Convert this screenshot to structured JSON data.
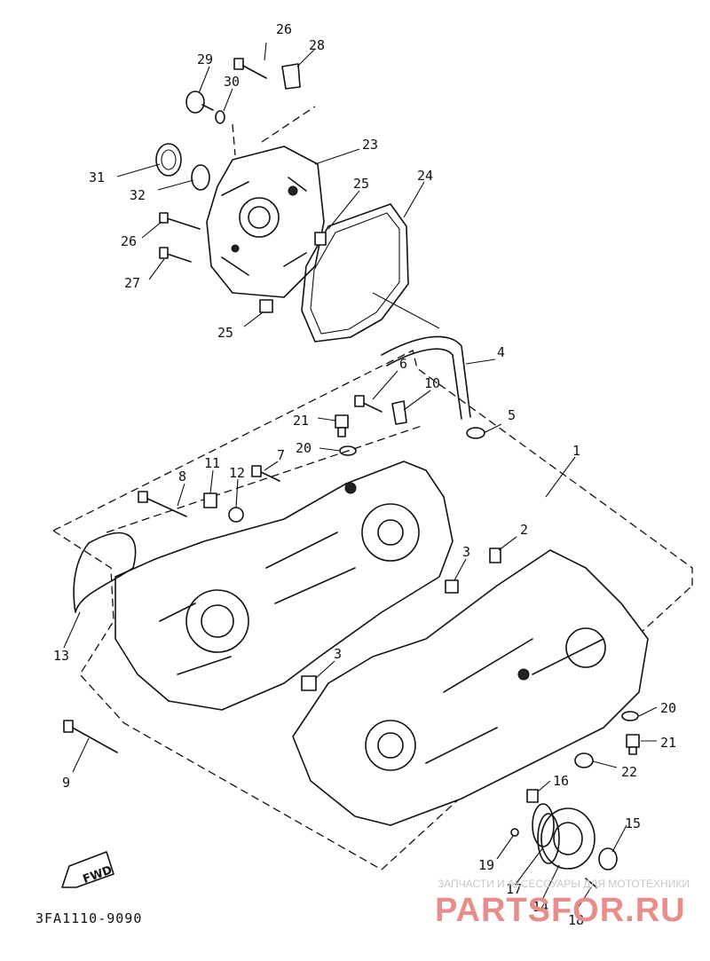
{
  "diagram": {
    "diagram_code": "3FA1110-9090",
    "fwd_label": "FWD",
    "watermark": {
      "caption": "ЗАПЧАСТИ И АКСЕССУАРЫ ДЛЯ МОТОТЕХНИКИ",
      "brand": "PARTSFOR.RU",
      "brand_color": "#e88c8c"
    },
    "callouts": [
      {
        "id": "c26a",
        "text": "26"
      },
      {
        "id": "c28",
        "text": "28"
      },
      {
        "id": "c29",
        "text": "29"
      },
      {
        "id": "c30",
        "text": "30"
      },
      {
        "id": "c23",
        "text": "23"
      },
      {
        "id": "c31",
        "text": "31"
      },
      {
        "id": "c32",
        "text": "32"
      },
      {
        "id": "c25a",
        "text": "25"
      },
      {
        "id": "c24",
        "text": "24"
      },
      {
        "id": "c26b",
        "text": "26"
      },
      {
        "id": "c27",
        "text": "27"
      },
      {
        "id": "c25b",
        "text": "25"
      },
      {
        "id": "c4",
        "text": "4"
      },
      {
        "id": "c6",
        "text": "6"
      },
      {
        "id": "c10",
        "text": "10"
      },
      {
        "id": "c21a",
        "text": "21"
      },
      {
        "id": "c5",
        "text": "5"
      },
      {
        "id": "c20a",
        "text": "20"
      },
      {
        "id": "c11",
        "text": "11"
      },
      {
        "id": "c7",
        "text": "7"
      },
      {
        "id": "c12",
        "text": "12"
      },
      {
        "id": "c1",
        "text": "1"
      },
      {
        "id": "c8",
        "text": "8"
      },
      {
        "id": "c2",
        "text": "2"
      },
      {
        "id": "c3a",
        "text": "3"
      },
      {
        "id": "c13",
        "text": "13"
      },
      {
        "id": "c3b",
        "text": "3"
      },
      {
        "id": "c20b",
        "text": "20"
      },
      {
        "id": "c21b",
        "text": "21"
      },
      {
        "id": "c22",
        "text": "22"
      },
      {
        "id": "c9",
        "text": "9"
      },
      {
        "id": "c16",
        "text": "16"
      },
      {
        "id": "c15",
        "text": "15"
      },
      {
        "id": "c19",
        "text": "19"
      },
      {
        "id": "c17",
        "text": "17"
      },
      {
        "id": "c14",
        "text": "14"
      },
      {
        "id": "c18",
        "text": "18"
      }
    ]
  }
}
